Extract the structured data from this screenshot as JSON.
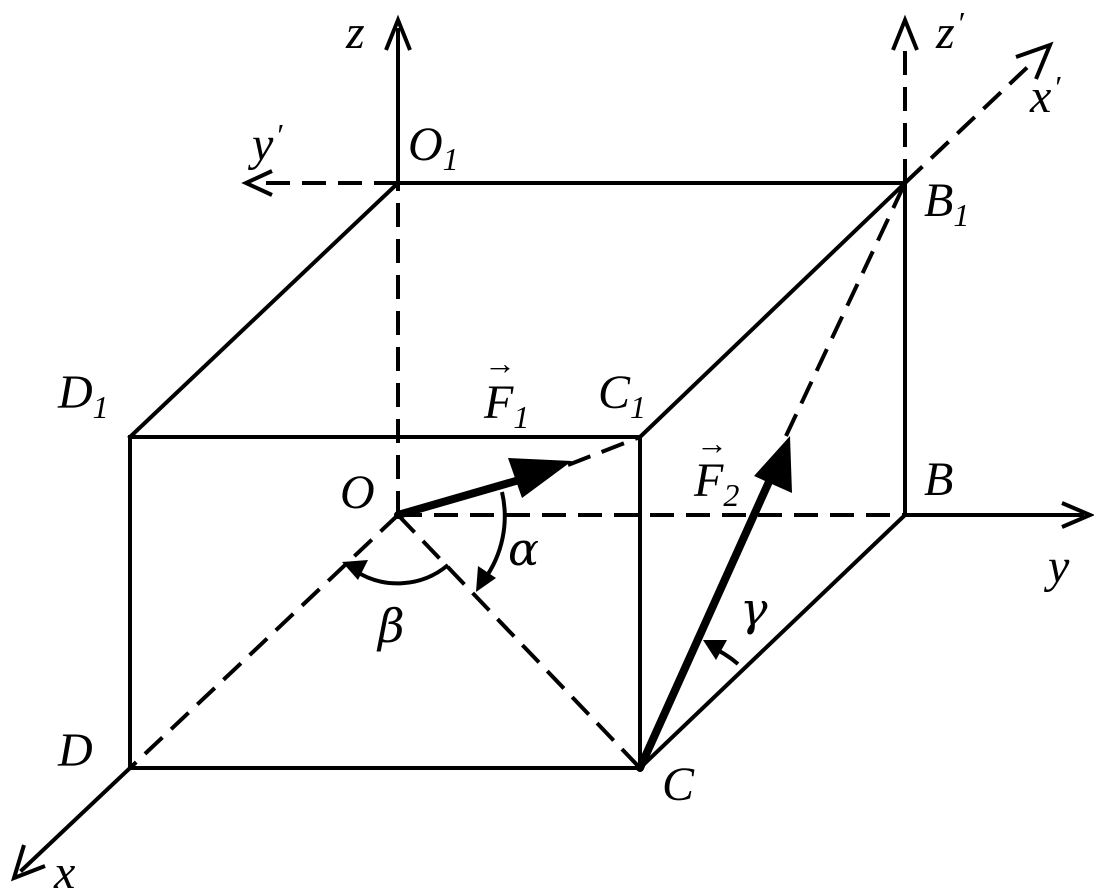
{
  "axes": {
    "x": "x",
    "y": "y",
    "z": "z",
    "x_prime": "x",
    "y_prime": "y",
    "z_prime": "z",
    "prime_mark": "′"
  },
  "points": {
    "O": "O",
    "O1": {
      "letter": "O",
      "sub": "1"
    },
    "B": "B",
    "B1": {
      "letter": "B",
      "sub": "1"
    },
    "C": "C",
    "C1": {
      "letter": "C",
      "sub": "1"
    },
    "D": "D",
    "D1": {
      "letter": "D",
      "sub": "1"
    }
  },
  "vectors": {
    "F1": {
      "letter": "F",
      "sub": "1",
      "arrow": "→"
    },
    "F2": {
      "letter": "F",
      "sub": "2",
      "arrow": "→"
    }
  },
  "angles": {
    "alpha": "α",
    "beta": "β",
    "gamma": "γ"
  }
}
